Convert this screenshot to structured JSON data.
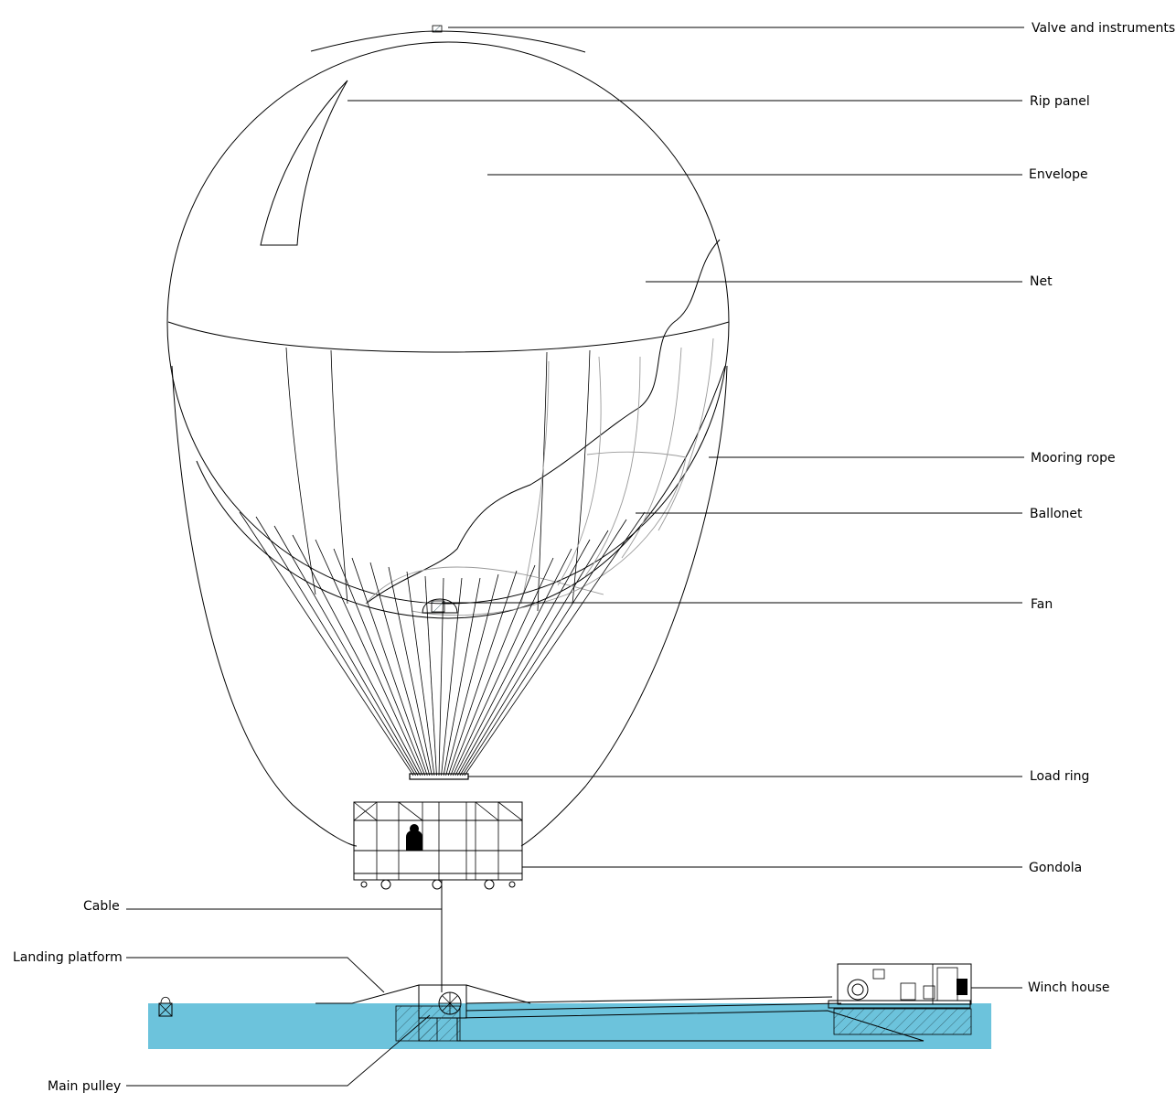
{
  "labels": {
    "valve": "Valve and instruments",
    "rip_panel": "Rip panel",
    "envelope": "Envelope",
    "net": "Net",
    "mooring_rope": "Mooring rope",
    "ballonet": "Ballonet",
    "fan": "Fan",
    "load_ring": "Load ring",
    "gondola": "Gondola",
    "cable": "Cable",
    "landing_platform": "Landing platform",
    "winch_house": "Winch house",
    "main_pulley": "Main pulley"
  },
  "colors": {
    "water": "#6cc3dc",
    "line": "#000000",
    "guide": "#9a9a9a"
  }
}
